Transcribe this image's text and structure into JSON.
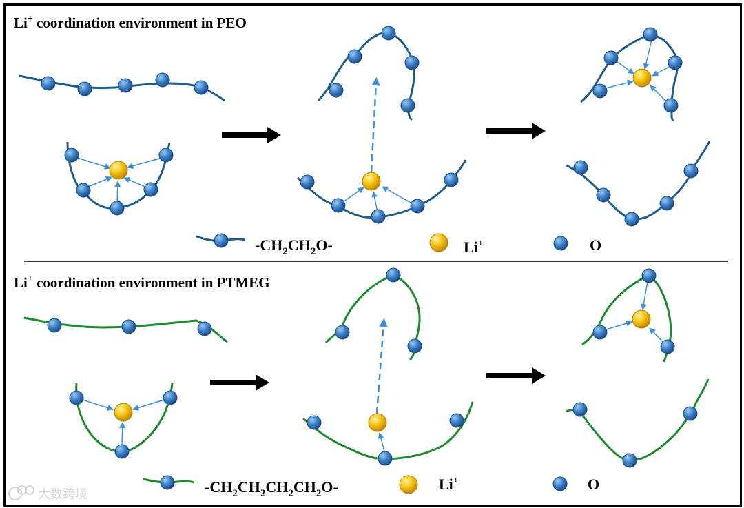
{
  "panels": [
    {
      "title": {
        "prefix": "Li",
        "superscript": "+",
        "text": " coordination environment in PEO"
      },
      "legend": {
        "unit_sub": [
          "-CH",
          "2",
          "CH",
          "2",
          "O-"
        ],
        "li": {
          "base": "Li",
          "sup": "+"
        },
        "o": "O"
      }
    },
    {
      "title": {
        "prefix": "Li",
        "superscript": "+",
        "text": " coordination environment in PTMEG"
      },
      "legend": {
        "unit_sub": [
          "-CH",
          "2",
          "CH",
          "2",
          "CH",
          "2",
          "CH",
          "2",
          "O-"
        ],
        "li": {
          "base": "Li",
          "sup": "+"
        },
        "o": "O"
      }
    }
  ],
  "watermark": "大数跨境",
  "colors": {
    "peo_chain": "#1f5c8c",
    "ptmeg_chain": "#1e8a2e",
    "oxygen": "#3a7fc8",
    "lithium": "#f6c514",
    "arrow": "#3f8fd6",
    "process_arrow": "#000000"
  },
  "icons": [
    "oxygen-atom-icon",
    "lithium-ion-icon",
    "process-arrow-icon",
    "watermark-logo-icon"
  ]
}
